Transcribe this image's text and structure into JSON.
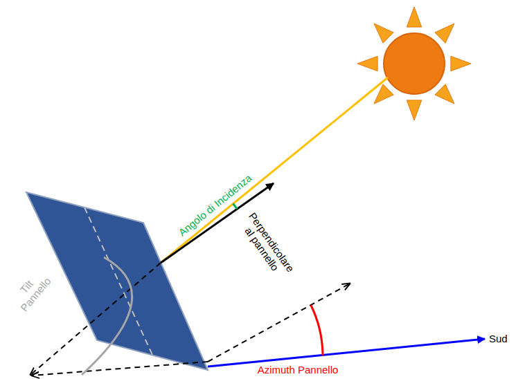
{
  "diagram": {
    "labels": [
      "Angolo di Incidenza",
      "Perpendicolare al pannello",
      "Tilt Pannello",
      "Azimuth Pannello",
      "Sud"
    ]
  }
}
